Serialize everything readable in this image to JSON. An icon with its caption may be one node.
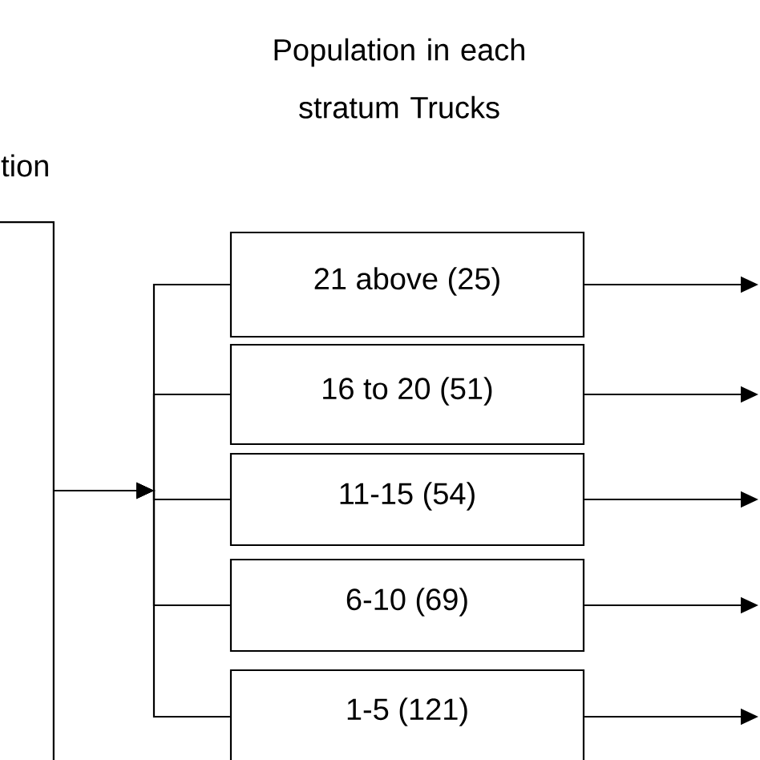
{
  "diagram": {
    "nodes": [
      {
        "text": [
          "tion"
        ]
      },
      {
        "text": [
          "21 above (25)"
        ]
      },
      {
        "text": [
          "16 to 20 (51)"
        ]
      },
      {
        "text": [
          "11-15 (54)"
        ]
      },
      {
        "text": [
          "6-10 (69)"
        ]
      },
      {
        "text": [
          "1-5 (121)"
        ]
      }
    ],
    "edges": [
      {
        "from": 0,
        "to": 1,
        "arrow": "to"
      },
      {
        "from": 0,
        "to": 2,
        "arrow": "to"
      },
      {
        "from": 0,
        "to": 3,
        "arrow": "to"
      },
      {
        "from": 0,
        "to": 4,
        "arrow": "to"
      },
      {
        "from": 0,
        "to": 5,
        "arrow": "to"
      },
      {
        "from": 1,
        "to": null,
        "arrow": "to"
      },
      {
        "from": 2,
        "to": null,
        "arrow": "to"
      },
      {
        "from": 3,
        "to": null,
        "arrow": "to"
      },
      {
        "from": 4,
        "to": null,
        "arrow": "to"
      },
      {
        "from": 5,
        "to": null,
        "arrow": "to"
      }
    ],
    "labels": [
      "Population in each stratum Trucks"
    ]
  }
}
